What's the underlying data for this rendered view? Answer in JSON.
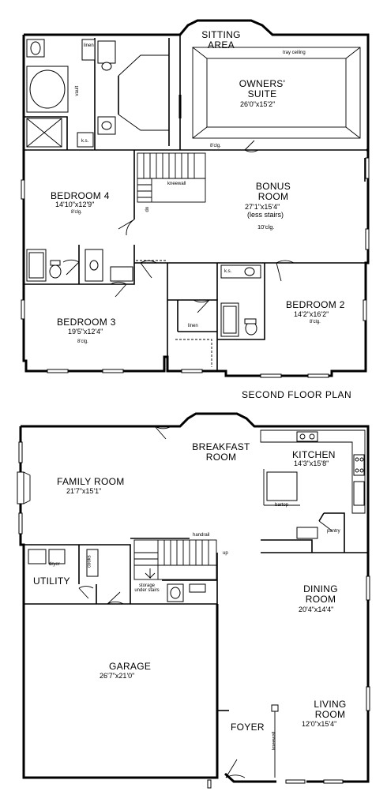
{
  "title": "SECOND FLOOR PLAN",
  "second_floor": {
    "sitting_area": "SITTING AREA",
    "tray_ceiling": "tray ceiling",
    "owners_suite": {
      "name": "OWNERS' SUITE",
      "size": "26'0\"x15'2\""
    },
    "bonus_room": {
      "name": "BONUS ROOM",
      "size": "27'1\"x15'4\"",
      "note": "(less stairs)",
      "ceiling": "10'clg."
    },
    "bedroom4": {
      "name": "BEDROOM 4",
      "size": "14'10\"x12'9\"",
      "ceiling": "8'clg."
    },
    "bedroom3": {
      "name": "BEDROOM 3",
      "size": "19'5\"x12'4\"",
      "ceiling": "8'clg."
    },
    "bedroom2": {
      "name": "BEDROOM 2",
      "size": "14'2\"x16'2\"",
      "ceiling": "8'clg."
    },
    "kneewall": "kneewall",
    "vault": "vault",
    "linen_top": "linen",
    "linen_hall": "linen",
    "ks_bath": "k.s.",
    "ks_hall": "k.s.",
    "ceiling_8": "8'clg.",
    "dn": "dn"
  },
  "first_floor": {
    "breakfast_room": "BREAKFAST ROOM",
    "kitchen": {
      "name": "KITCHEN",
      "size": "14'3\"x15'8\""
    },
    "bartop": "bartop",
    "pantry": "pantry",
    "family_room": {
      "name": "FAMILY ROOM",
      "size": "21'7\"x15'1\""
    },
    "handrail": "handrail",
    "up": "up",
    "utility": "UTILITY",
    "dryer": "dryer",
    "cooks": "cooks",
    "storage": "storage under stairs",
    "dining_room": {
      "name": "DINING ROOM",
      "size": "20'4\"x14'4\""
    },
    "garage": {
      "name": "GARAGE",
      "size": "26'7\"x21'0\""
    },
    "living_room": {
      "name": "LIVING ROOM",
      "size": "12'0\"x15'4\""
    },
    "foyer": "FOYER",
    "kneewall": "kneewall"
  }
}
